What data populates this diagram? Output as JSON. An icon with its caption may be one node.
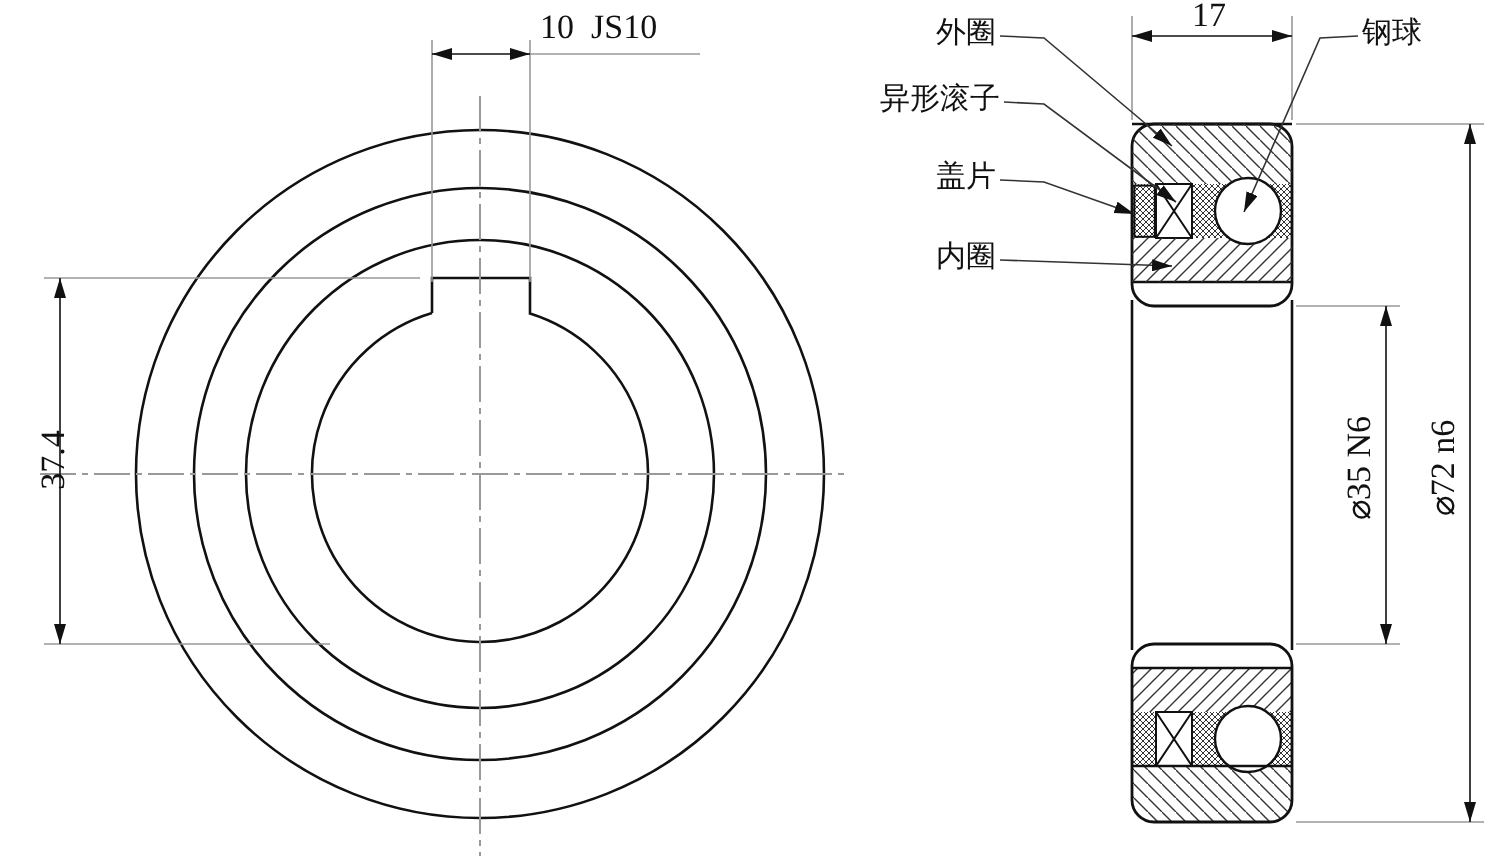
{
  "diagram": {
    "nodes": [
      {
        "text": [
          "外圈"
        ]
      },
      {
        "text": [
          "异形滚子"
        ]
      },
      {
        "text": [
          "盖片"
        ]
      },
      {
        "text": [
          "内圈"
        ]
      },
      {
        "text": [
          "钢球"
        ]
      },
      {
        "text": [],
        "shape": "box"
      },
      {
        "text": [],
        "shape": "box"
      },
      {
        "text": [],
        "shape": "box"
      },
      {
        "text": [],
        "shape": "box"
      },
      {
        "text": [],
        "shape": "circle"
      }
    ],
    "edges": [
      {
        "from": 0,
        "to": 5,
        "arrow": "to"
      },
      {
        "from": 1,
        "to": 7,
        "arrow": "to"
      },
      {
        "from": 2,
        "to": 6,
        "arrow": "to"
      },
      {
        "from": 3,
        "to": 8,
        "arrow": "to"
      },
      {
        "from": 4,
        "to": 9,
        "arrow": "to"
      }
    ],
    "labels": [
      "10  JS10",
      "37.4",
      "17",
      "⌀35 N6",
      "⌀72 n6"
    ]
  }
}
